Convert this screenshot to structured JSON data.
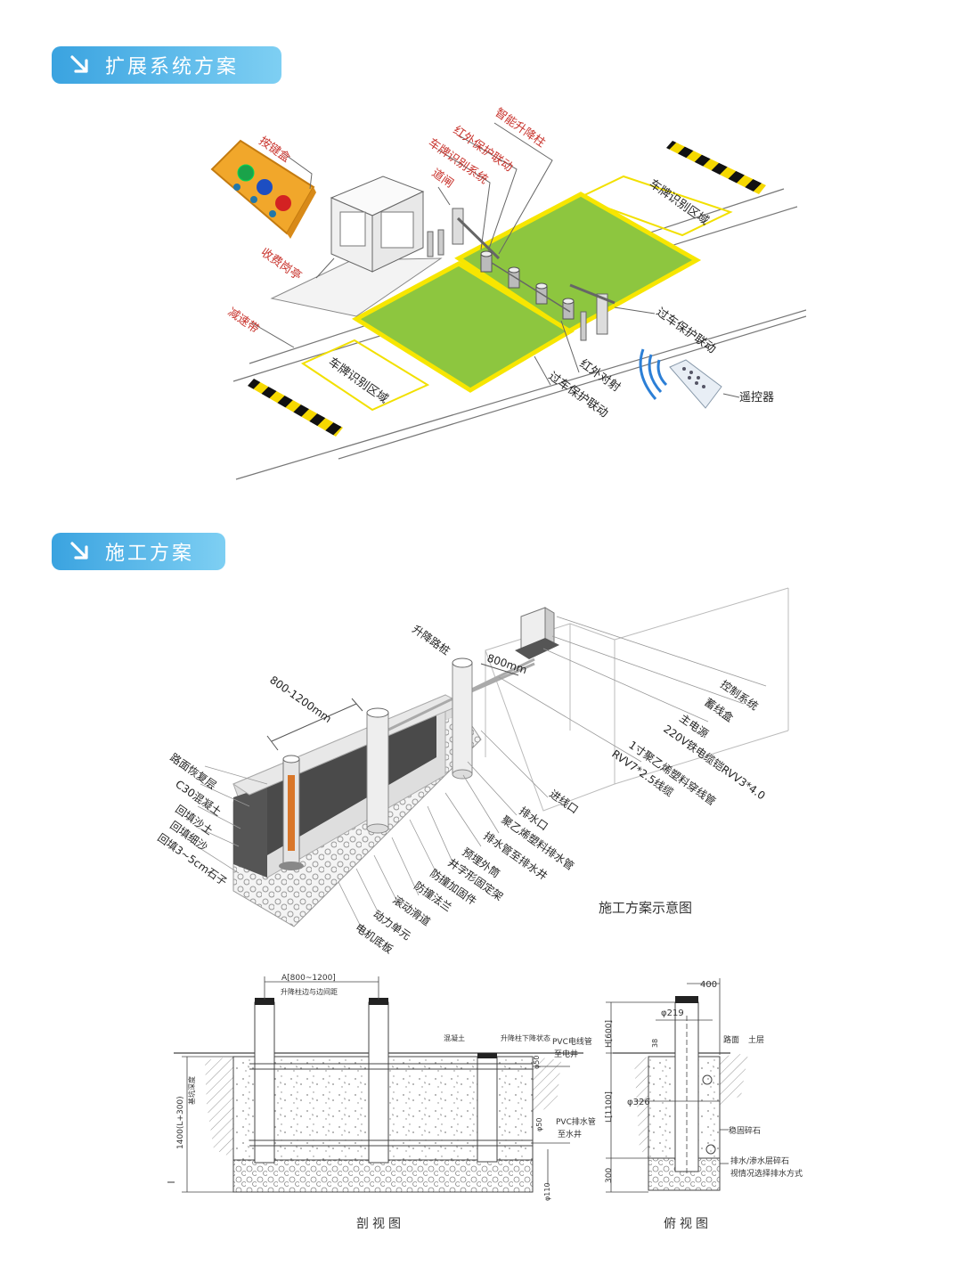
{
  "sections": [
    {
      "title": "扩展系统方案"
    },
    {
      "title": "施工方案"
    }
  ],
  "diagram1": {
    "labels": {
      "button_box": "按键盒",
      "toll_booth": "收费岗亭",
      "speed_bump": "减速带",
      "smart_bollard": "智能升降柱",
      "ir_linkage": "红外保护联动",
      "plate_system": "车牌识别系统",
      "barrier_gate": "道闸",
      "plate_zone_top": "车牌识别区域",
      "plate_zone_bottom": "车牌识别区域",
      "vehicle_protect_right": "过车保护联动",
      "ir_beam": "红外对射",
      "vehicle_protect_bottom": "过车保护联动",
      "remote": "遥控器"
    },
    "colors": {
      "green": "#8dc63f",
      "yellow": "#f7e600",
      "line": "#c8322b"
    }
  },
  "diagram2": {
    "caption": "施工方案示意图",
    "labels": {
      "bollard": "升降路桩",
      "spacing": "800-1200mm",
      "dist800": "800mm",
      "control": "控制系统",
      "junction": "蓄线盒",
      "power1": "主电源",
      "power2": "220V铁电缆铠RVV3*4.0",
      "conduit1": "1寸聚乙烯塑料穿线管",
      "conduit2": "RVV7*2.5线缆",
      "inlet": "进线口",
      "drain": "排水口",
      "pe_drain": "聚乙烯塑料排水管",
      "drain_well": "排水管至排水井",
      "outer": "预埋外筒",
      "frame": "井字形固定架",
      "anchor": "防撞加固件",
      "flange": "防撞法兰",
      "rail": "滚动滑道",
      "power_unit": "动力单元",
      "base": "电机底板",
      "pavement": "路面恢复层",
      "c30": "C30混凝土",
      "sand": "回填沙土",
      "fine": "回填细沙",
      "stone": "回填3~5cm石子"
    }
  },
  "section_view": {
    "caption": "剖视图",
    "labels": {
      "dim_a": "A[800~1200]",
      "between": "升降柱边与边间距",
      "concrete": "混凝土",
      "lowered": "升降柱下降状态",
      "pvc_cable": "PVC电线管",
      "to_well1": "至电井",
      "phi50a": "φ50",
      "pvc_drain": "PVC排水管",
      "to_well2": "至水井",
      "phi50b": "φ50",
      "phi110": "φ110",
      "depth": "1400(L+300)",
      "depth2": "基坑深度"
    }
  },
  "top_view": {
    "caption": "俯视图",
    "labels": {
      "w400": "400",
      "h600": "H[600]",
      "phi219": "φ219",
      "n38": "38",
      "road": "路面",
      "soil": "土层",
      "phi326": "φ326",
      "l1100": "L[1100]",
      "stone": "稳固碎石",
      "drain_layer": "排水/渗水层碎石",
      "drain_method": "视情况选择排水方式",
      "n300": "300"
    }
  }
}
